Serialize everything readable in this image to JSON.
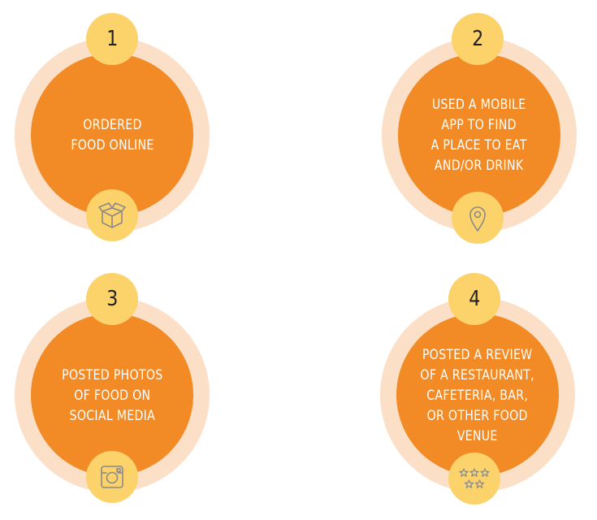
{
  "items": [
    {
      "number": "1",
      "text": "ORDERED\nFOOD ONLINE",
      "icon": "box-icon"
    },
    {
      "number": "2",
      "text": "USED A MOBILE\nAPP TO FIND\nA PLACE TO EAT\nAND/OR DRINK",
      "icon": "location-pin-icon"
    },
    {
      "number": "3",
      "text": "POSTED PHOTOS\nOF FOOD ON\nSOCIAL MEDIA",
      "icon": "instagram-icon"
    },
    {
      "number": "4",
      "text": "POSTED A REVIEW\nOF A RESTAURANT,\nCAFETERIA, BAR,\nOR OTHER FOOD\nVENUE",
      "icon": "stars-icon"
    }
  ],
  "colors": {
    "ring": "#fbe0c7",
    "core": "#f28a25",
    "badge": "#fcd36b",
    "icon_stroke": "#8a8a8a"
  }
}
